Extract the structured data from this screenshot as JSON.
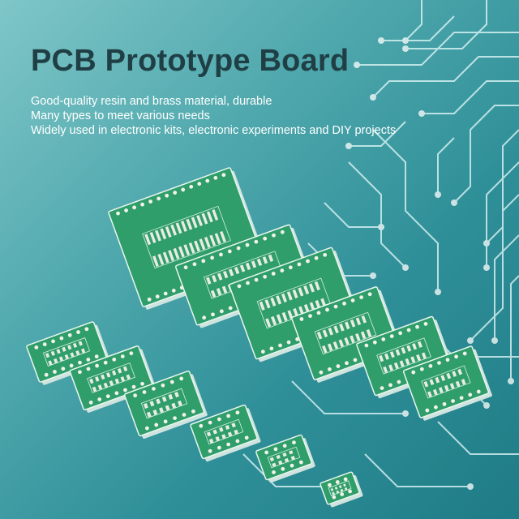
{
  "headline": "PCB Prototype Board",
  "features": [
    "Good-quality resin and brass material, durable",
    "Many types to meet various needs",
    "Widely used in electronic kits, electronic experiments and DIY projects"
  ],
  "colors": {
    "background_light": "#7fc6c8",
    "background_dark": "#1f7c86",
    "board_green": "#2f9e6a",
    "headline_text": "#1f3f45",
    "feature_text": "#ffffff"
  }
}
